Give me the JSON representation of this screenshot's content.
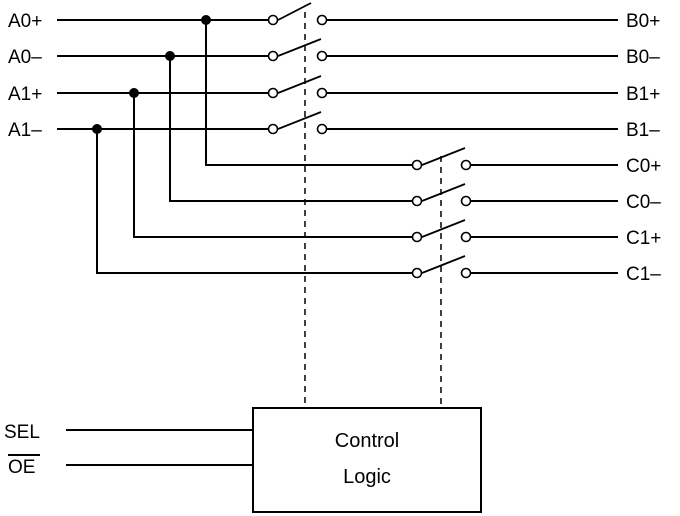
{
  "left_ports": [
    "A0+",
    "A0–",
    "A1+",
    "A1–"
  ],
  "right_ports_b": [
    "B0+",
    "B0–",
    "B1+",
    "B1–"
  ],
  "right_ports_c": [
    "C0+",
    "C0–",
    "C1+",
    "C1–"
  ],
  "control": {
    "inputs": [
      "SEL",
      "OE"
    ],
    "line1": "Control",
    "line2": "Logic"
  }
}
